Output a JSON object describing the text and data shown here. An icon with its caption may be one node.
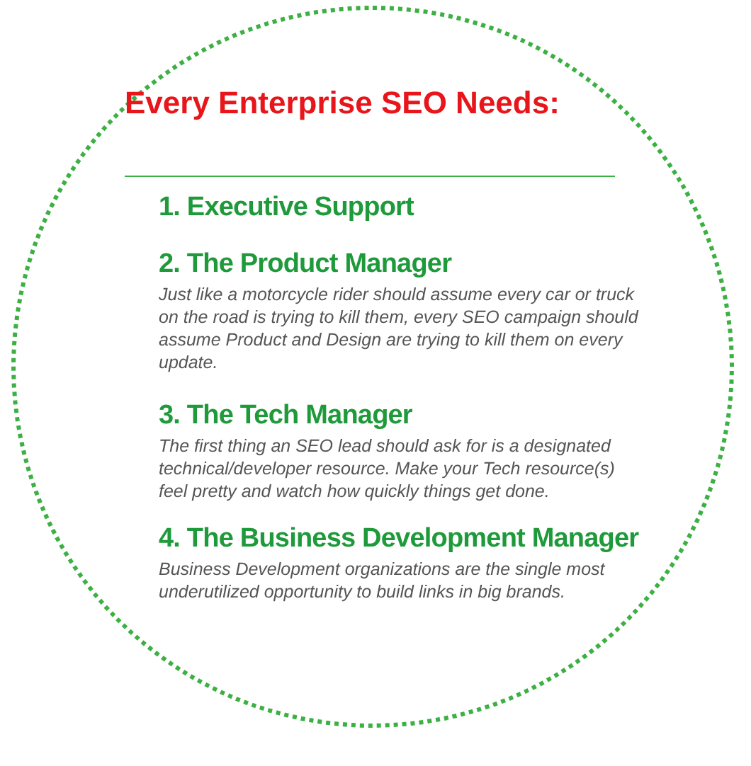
{
  "diagram": {
    "nodes": [
      {
        "text": [
          "Every Enterprise SEO Needs:"
        ]
      },
      {
        "text": [
          "1. Executive Support"
        ],
        "in": 0
      },
      {
        "text": [
          "2. The Product Manager",
          "Just like a motorcycle rider should assume every car or truck on the road is trying to kill them, every SEO campaign should assume Product and Design are trying to kill them on every update."
        ],
        "in": 0
      },
      {
        "text": [
          "3. The Tech Manager",
          "The first thing an SEO lead should ask for is a designated technical/developer resource. Make your Tech resource(s) feel pretty and watch how quickly things get done."
        ],
        "in": 0
      },
      {
        "text": [
          "4. The Business Development Manager",
          "Business Development organizations are the single most underutilized opportunity to build links in big brands."
        ],
        "in": 0
      }
    ]
  }
}
